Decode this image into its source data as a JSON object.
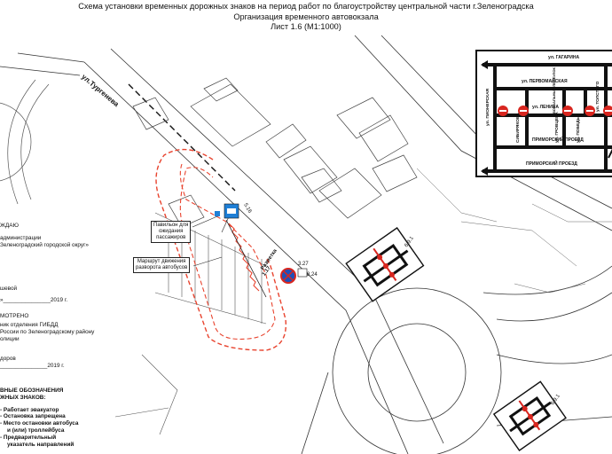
{
  "title": {
    "line1": "Схема установки временных дорожных знаков на период работ по благоустройству центральной части г.Зеленоградска",
    "line2": "Организация временного автовокзала",
    "line3": "Лист 1.6 (М1:1000)"
  },
  "streets": {
    "turgeneva": "ул.Тургенева"
  },
  "callouts": {
    "pavilion": [
      "Павильон для",
      "ожидания",
      "пассажиров"
    ],
    "route": [
      "Маршрут движения",
      "разворота автобусов"
    ]
  },
  "signs": {
    "s516": "5.16",
    "s327": "3.27",
    "s624": "8.24",
    "marking1": "Разметка",
    "marking2": "1.17",
    "s691a": "6.9.1",
    "s691b": "6.9.1"
  },
  "approval": {
    "approve_head": "ЖДАЮ",
    "approve_l1": "администрации",
    "approve_l2": "Зеленоградский городской округ»",
    "approve_name": "шевой",
    "approve_date": "»_______________2019 г.",
    "agree_head": "МОТРЕНО",
    "agree_l1": "ник отделения ГИБДД",
    "agree_l2": "России по Зеленоградскому району",
    "agree_l3": "олиции",
    "agree_name": "доров",
    "agree_date": "_______________2019 г."
  },
  "legend": {
    "head1": "ВНЫЕ ОБОЗНАЧЕНИЯ",
    "head2": "ЖНЫХ ЗНАКОВ:",
    "items": [
      "- Работает эвакуатор",
      "- Остановка запрещена",
      "- Место остановки автобуса",
      "и (или) троллейбуса",
      "- Предварительный",
      "указатель направлений"
    ]
  },
  "inset": {
    "gagarina": "ул. ГАГАРИНА",
    "pervomayskaya": "ул. ПЕРВОМАЙСКАЯ",
    "lenina": "ул. ЛЕНИНА",
    "primorsky1": "ПРИМОРСКИЙ ПРОЕЗД",
    "primorsky2": "ПРИМОРСКИЙ ПРОЕЗД",
    "pionerskaya": "ул. ПИОНЕРСКАЯ",
    "sibirskaya": "СИБИРЯКОВА",
    "vokzalnaya": "ВОКЗАЛЬНЫЙ ПЕРЕУЛОК",
    "grovka": "ул. ГРОВЦЕВА",
    "pobedy": "ул. ПОБЕДЫ",
    "tolstogo": "ул. ТОЛСТОГО"
  },
  "colors": {
    "route": "#e8432e",
    "bus_sign": "#1f7fd6",
    "no_stop": "#1f4fb8",
    "prohibition": "#d8261f",
    "sign_stripe": "#e8a020"
  }
}
